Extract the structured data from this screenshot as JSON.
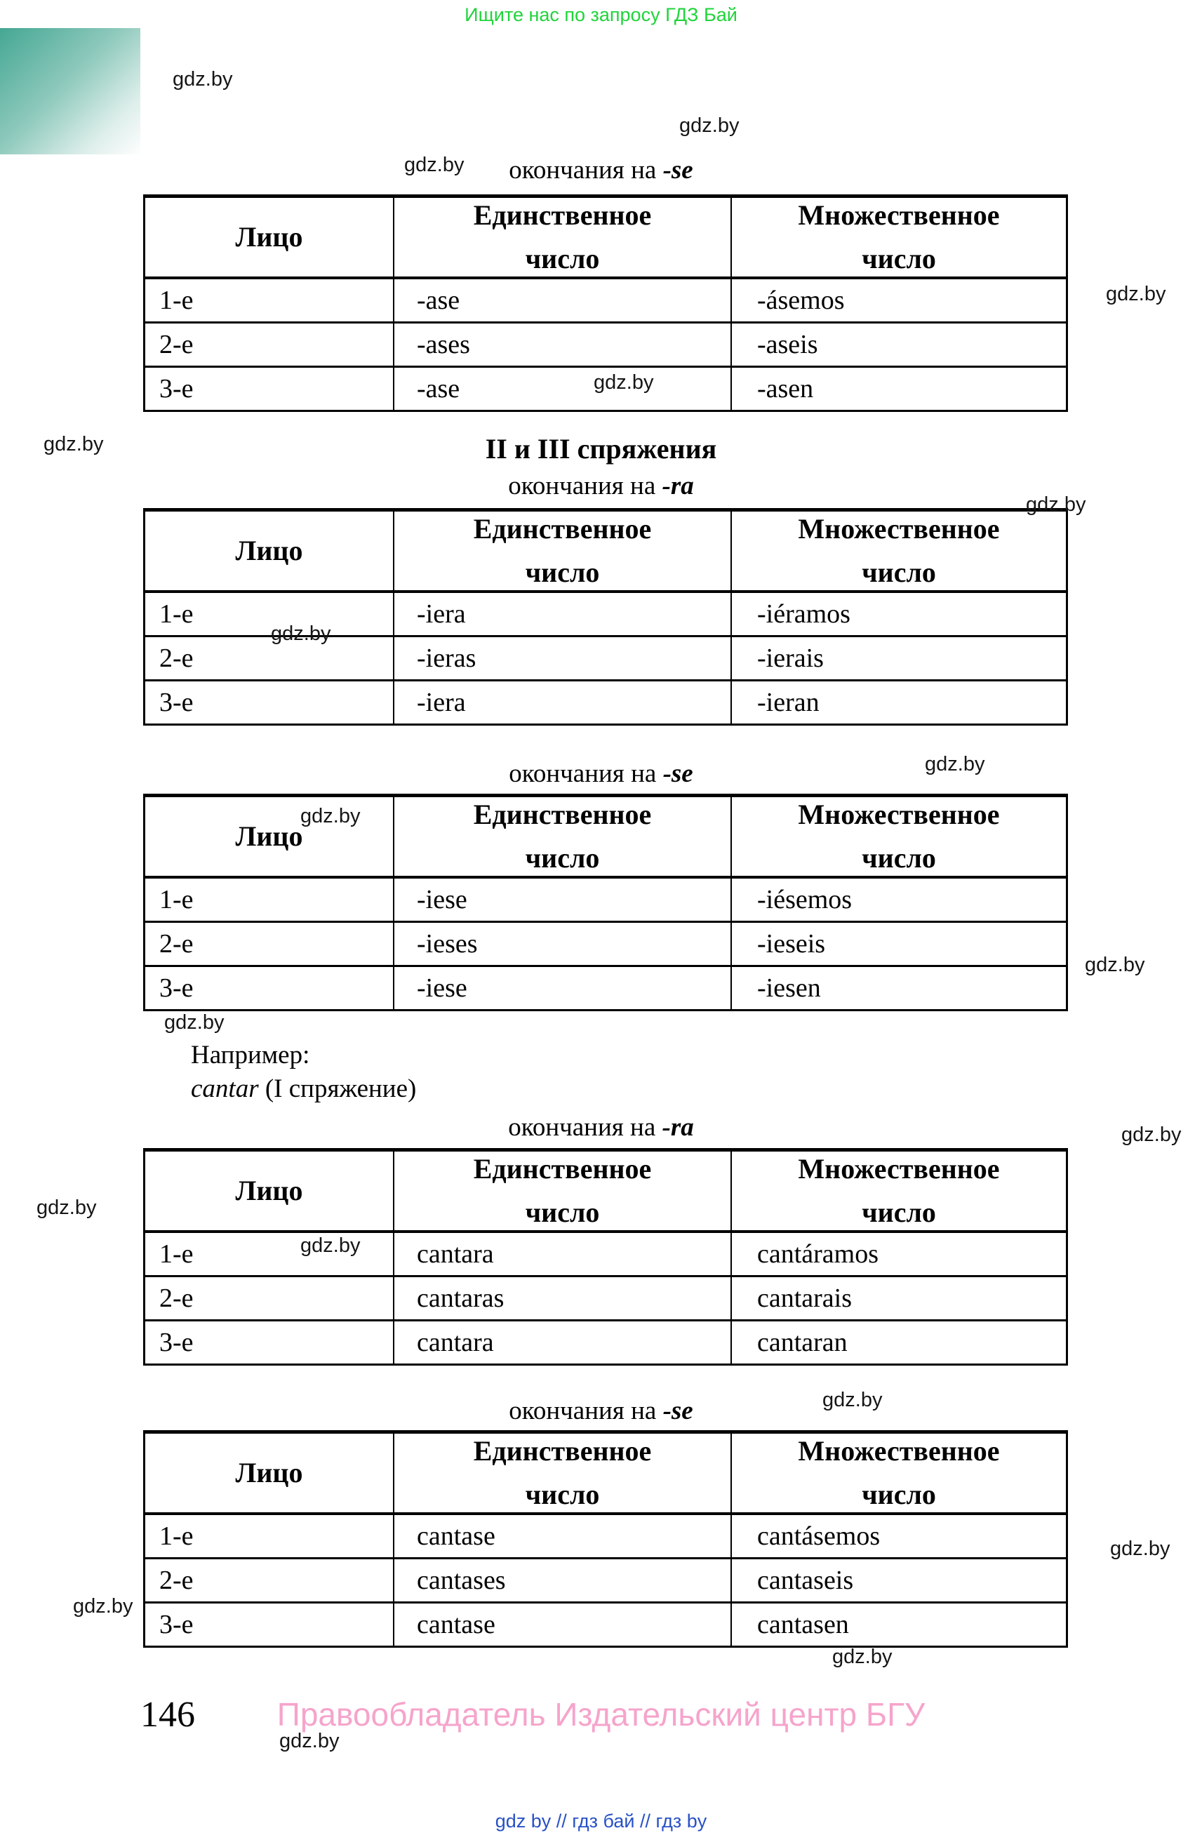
{
  "banner": {
    "text": "Ищите нас по запросу ГДЗ Бай",
    "color": "#1fd43a"
  },
  "watermark": {
    "text": "gdz.by"
  },
  "heading": {
    "text": "II и III спряжения"
  },
  "titles": {
    "se": {
      "prefix": "окончания на",
      "suffix": "-se"
    },
    "ra": {
      "prefix": "окончания на",
      "suffix": "-ra"
    }
  },
  "example": {
    "label": "Например:",
    "verb": "cantar",
    "note": "(I спряжение)"
  },
  "table_header": {
    "col1": "Лицо",
    "col2": "Единственное число",
    "col3": "Множественное число"
  },
  "tables": [
    {
      "id": "endings-ase-se",
      "rows": [
        [
          "1-е",
          "-ase",
          "-ásemos"
        ],
        [
          "2-е",
          "-ases",
          "-aseis"
        ],
        [
          "3-е",
          "-ase",
          "-asen"
        ]
      ]
    },
    {
      "id": "endings-iera-ra",
      "rows": [
        [
          "1-е",
          "-iera",
          "-iéramos"
        ],
        [
          "2-е",
          "-ieras",
          "-ierais"
        ],
        [
          "3-е",
          "-iera",
          "-ieran"
        ]
      ]
    },
    {
      "id": "endings-iese-se",
      "rows": [
        [
          "1-е",
          "-iese",
          "-iésemos"
        ],
        [
          "2-е",
          "-ieses",
          "-ieseis"
        ],
        [
          "3-е",
          "-iese",
          "-iesen"
        ]
      ]
    },
    {
      "id": "cantar-ra",
      "rows": [
        [
          "1-е",
          "cantara",
          "cantáramos"
        ],
        [
          "2-е",
          "cantaras",
          "cantarais"
        ],
        [
          "3-е",
          "cantara",
          "cantaran"
        ]
      ]
    },
    {
      "id": "cantar-se",
      "rows": [
        [
          "1-е",
          "cantase",
          "cantásemos"
        ],
        [
          "2-е",
          "cantases",
          "cantaseis"
        ],
        [
          "3-е",
          "cantase",
          "cantasen"
        ]
      ]
    }
  ],
  "footer": {
    "page_number": "146",
    "copyright": "Правообладатель Издательский центр БГУ",
    "links": "gdz by  //  гдз бай  //  гдз by",
    "pink": "#f6a4cb",
    "blue": "#2951c6"
  }
}
